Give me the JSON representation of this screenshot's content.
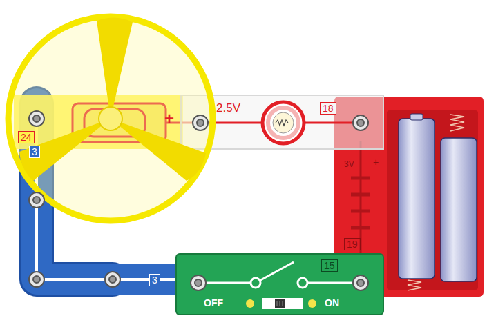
{
  "diagram": {
    "nodes": [
      {
        "text": [
          "24",
          "+"
        ]
      },
      {
        "text": [
          "2.5V",
          "18"
        ]
      },
      {
        "text": [
          "3V",
          "+",
          "19"
        ]
      },
      {
        "text": [
          "3"
        ]
      },
      {
        "text": [
          "3"
        ]
      },
      {
        "text": [
          "15",
          "OFF",
          "ON"
        ]
      }
    ]
  }
}
